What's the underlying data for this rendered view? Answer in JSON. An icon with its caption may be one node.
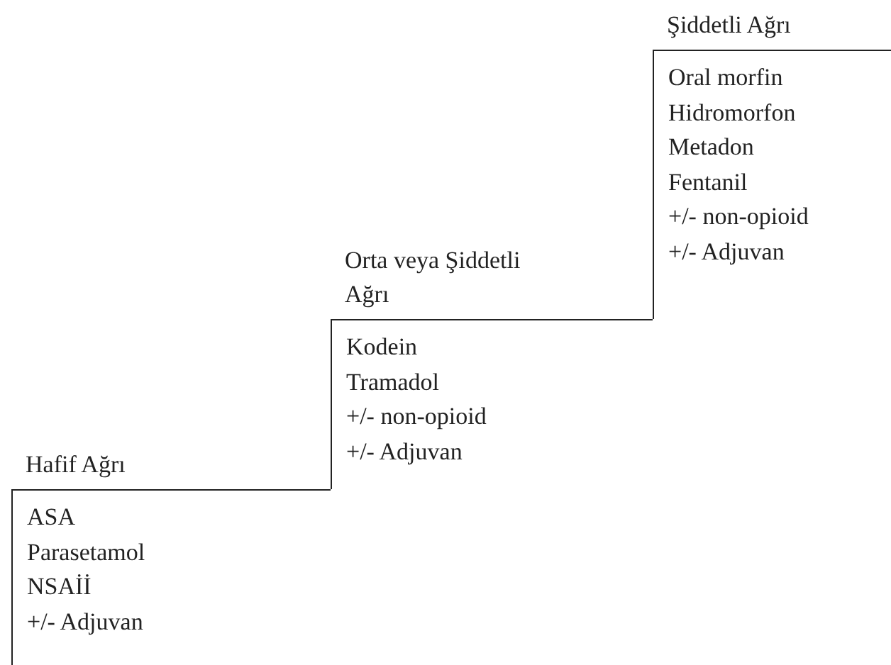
{
  "diagram": {
    "nodes": [
      {
        "text": [
          "Hafif Ağrı",
          "ASA",
          "Parasetamol",
          "NSAİİ",
          "+/- Adjuvan"
        ]
      },
      {
        "text": [
          "Orta veya Şiddetli Ağrı",
          "Kodein",
          "Tramadol",
          "+/- non-opioid",
          "+/- Adjuvan"
        ]
      },
      {
        "text": [
          "Şiddetli Ağrı",
          "Oral morfin",
          "Hidromorfon",
          "Metadon",
          "Fentanil",
          "+/- non-opioid",
          "+/- Adjuvan"
        ]
      }
    ],
    "edges": []
  }
}
